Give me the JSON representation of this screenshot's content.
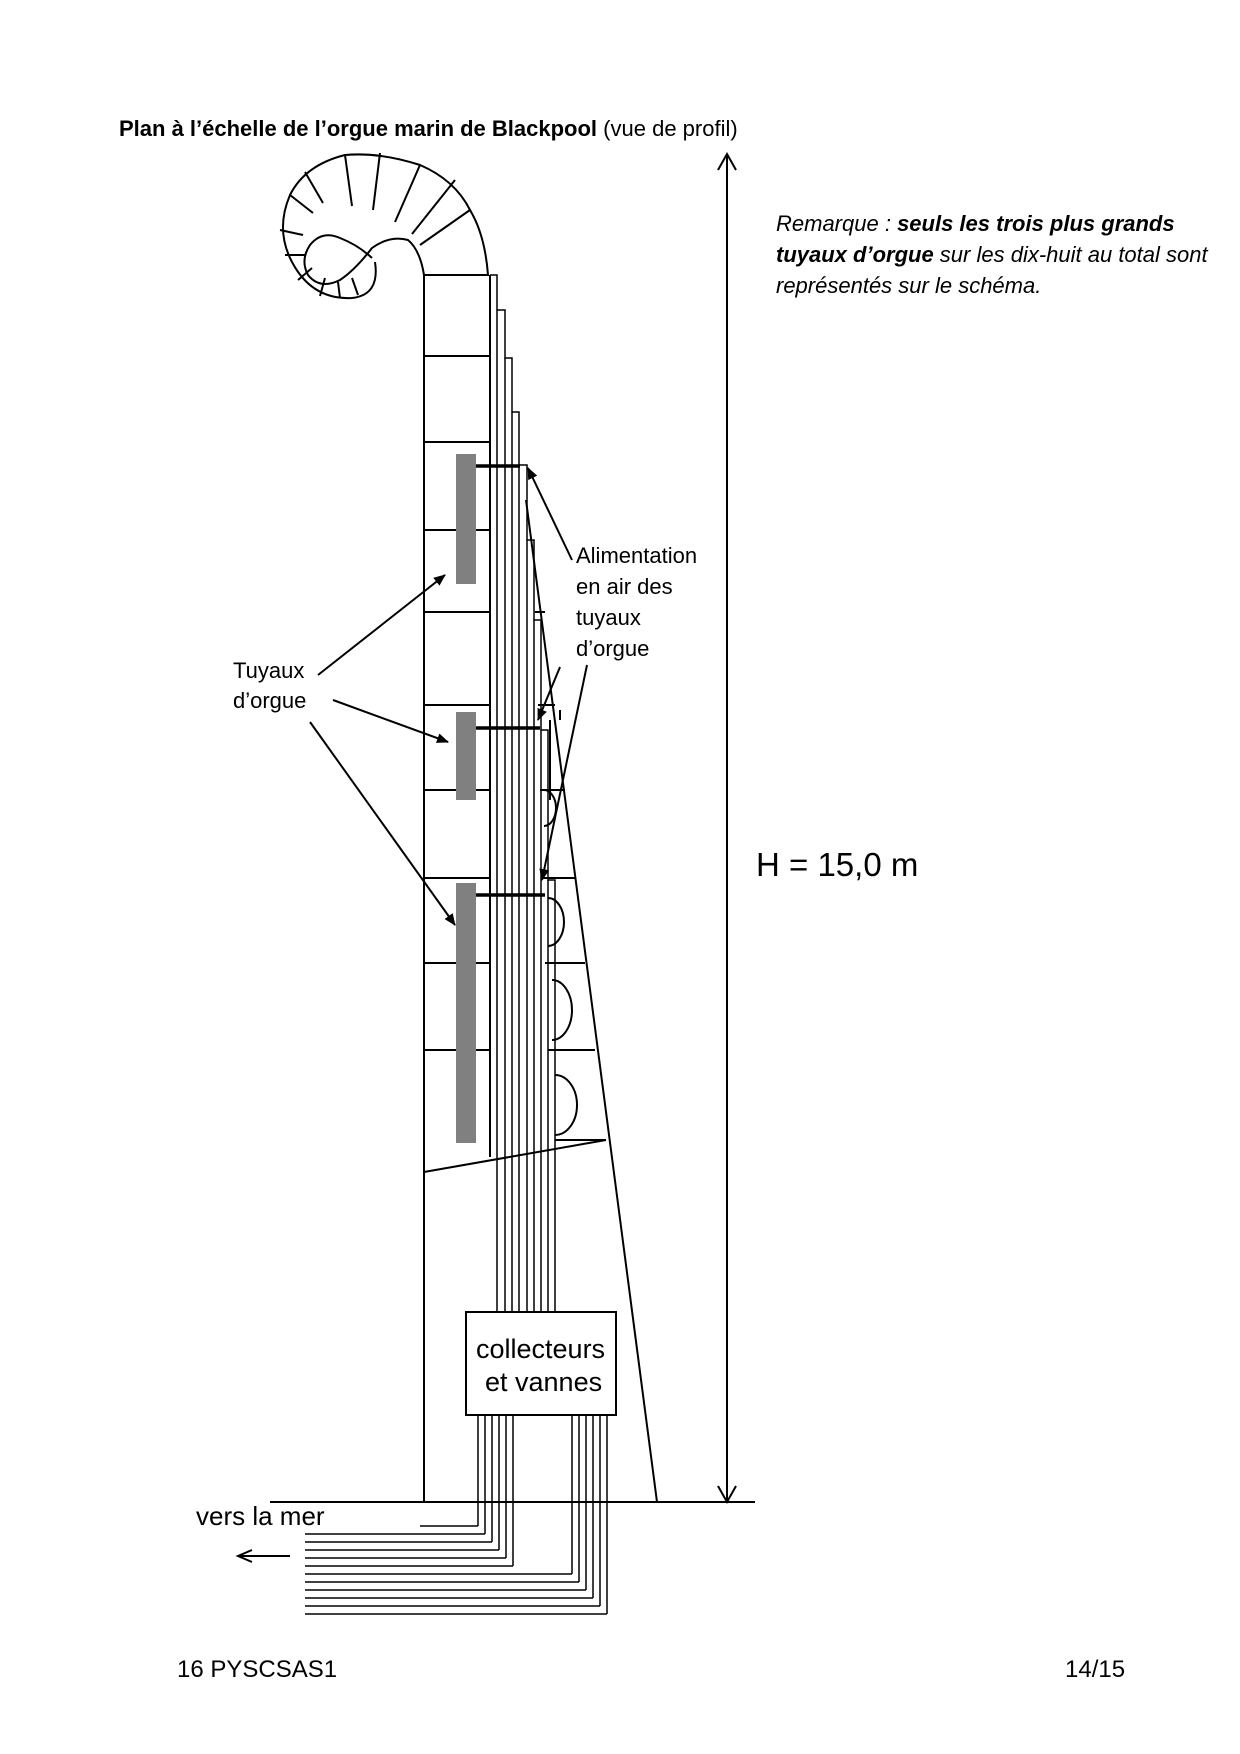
{
  "title": {
    "bold": "Plan à l’échelle de l’orgue marin de Blackpool",
    "normal": "(vue de profil)"
  },
  "remark": {
    "prefix": "Remarque : ",
    "bold": "seuls les trois plus grands tuyaux d’orgue",
    "suffix": " sur les dix-huit au total sont représentés sur le schéma."
  },
  "labels": {
    "alimentation": [
      "Alimentation",
      "en air des",
      "tuyaux",
      "d’orgue"
    ],
    "tuyaux": [
      "Tuyaux",
      "d’orgue"
    ],
    "height": "H = 15,0 m",
    "collecteurs": [
      "collecteurs",
      "et vannes"
    ],
    "mer": "vers la mer"
  },
  "footer": {
    "code": "16 PYSCSAS1",
    "page": "14/15"
  }
}
